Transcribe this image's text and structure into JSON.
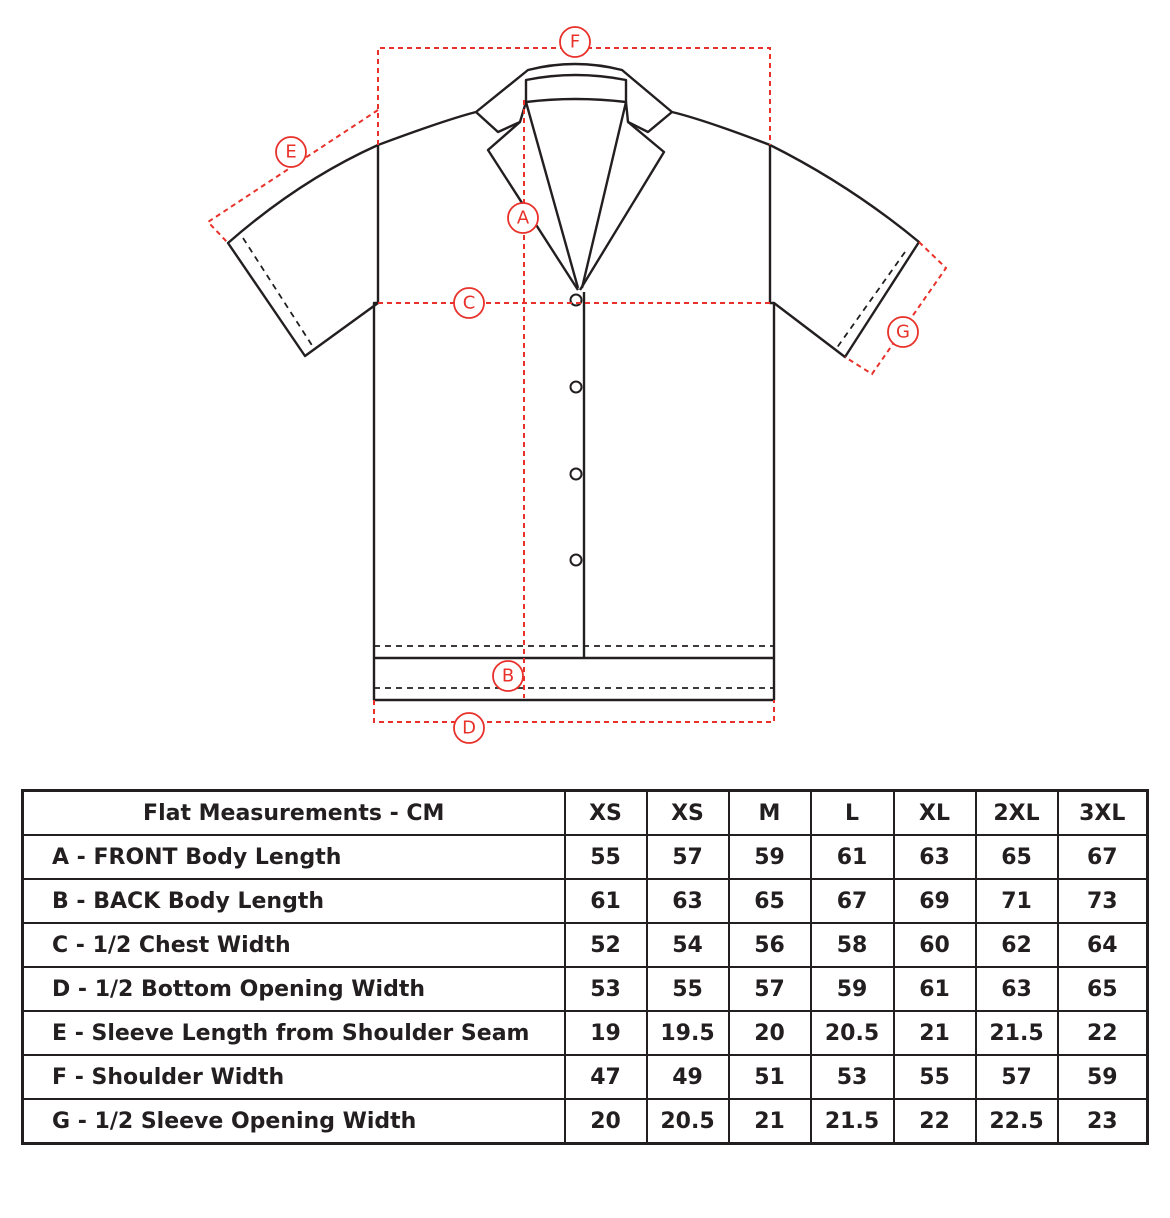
{
  "diagram": {
    "callouts": [
      "F",
      "E",
      "A",
      "C",
      "G",
      "B",
      "D"
    ],
    "colors": {
      "outline": "#231f20",
      "measure": "#e8312a"
    }
  },
  "table": {
    "header_label": "Flat Measurements - CM",
    "sizes": [
      "XS",
      "XS",
      "M",
      "L",
      "XL",
      "2XL",
      "3XL"
    ],
    "rows": [
      {
        "label": "A - FRONT Body Length",
        "values": [
          "55",
          "57",
          "59",
          "61",
          "63",
          "65",
          "67"
        ]
      },
      {
        "label": "B - BACK Body Length",
        "values": [
          "61",
          "63",
          "65",
          "67",
          "69",
          "71",
          "73"
        ]
      },
      {
        "label": "C - 1/2 Chest Width",
        "values": [
          "52",
          "54",
          "56",
          "58",
          "60",
          "62",
          "64"
        ]
      },
      {
        "label": "D - 1/2 Bottom Opening Width",
        "values": [
          "53",
          "55",
          "57",
          "59",
          "61",
          "63",
          "65"
        ]
      },
      {
        "label": "E - Sleeve Length from Shoulder Seam",
        "values": [
          "19",
          "19.5",
          "20",
          "20.5",
          "21",
          "21.5",
          "22"
        ]
      },
      {
        "label": "F - Shoulder Width",
        "values": [
          "47",
          "49",
          "51",
          "53",
          "55",
          "57",
          "59"
        ]
      },
      {
        "label": "G - 1/2 Sleeve Opening Width",
        "values": [
          "20",
          "20.5",
          "21",
          "21.5",
          "22",
          "22.5",
          "23"
        ]
      }
    ]
  }
}
